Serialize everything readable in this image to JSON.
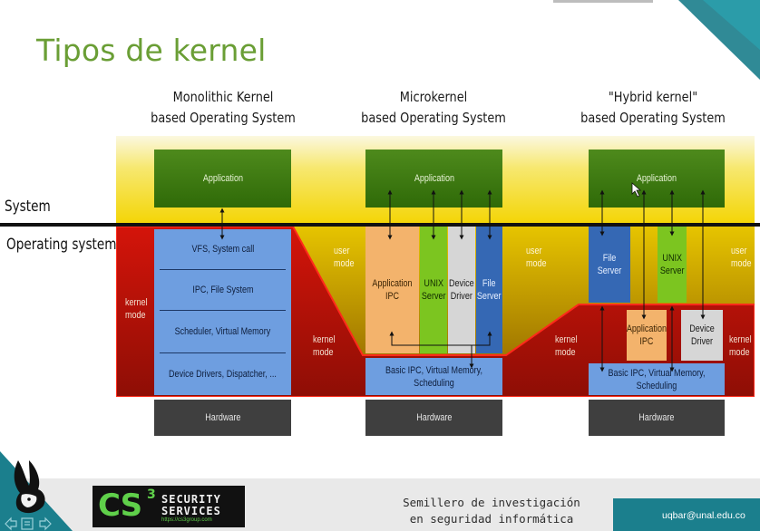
{
  "slide": {
    "title": "Tipos de kernel"
  },
  "columns": [
    {
      "title_line1": "Monolithic Kernel",
      "title_line2": "based Operating System"
    },
    {
      "title_line1": "Microkernel",
      "title_line2": "based Operating System"
    },
    {
      "title_line1": "\"Hybrid kernel\"",
      "title_line2": "based Operating System"
    }
  ],
  "side_labels": {
    "system": "System",
    "operating_system": "Operating system"
  },
  "monolithic": {
    "application": "Application",
    "layers": [
      "VFS, System call",
      "IPC, File System",
      "Scheduler, Virtual Memory",
      "Device Drivers, Dispatcher, ..."
    ],
    "hardware": "Hardware",
    "kernel_mode_left": "kernel mode",
    "kernel_mode_right": "kernel mode",
    "user_mode": "user mode"
  },
  "microkernel": {
    "application": "Application",
    "servers": [
      "Application IPC",
      "UNIX Server",
      "Device Driver",
      "File Server"
    ],
    "core": "Basic IPC, Virtual Memory, Scheduling",
    "hardware": "Hardware",
    "user_mode_right": "user mode",
    "kernel_mode_right": "kernel mode"
  },
  "hybrid": {
    "application": "Application",
    "user_servers": [
      "File Server",
      "UNIX Server"
    ],
    "kernel_servers": [
      "Application IPC",
      "Device Driver"
    ],
    "core": "Basic IPC, Virtual Memory, Scheduling",
    "hardware": "Hardware",
    "user_mode_right": "user mode",
    "kernel_mode_right": "kernel mode"
  },
  "footer": {
    "logo_main": "CS",
    "logo_sup": "3",
    "logo_line1": "SECURITY",
    "logo_line2": "SERVICES",
    "logo_url": "https://cs3group.com",
    "tagline_line1": "Semillero de investigación",
    "tagline_line2": "en seguridad informática",
    "email": "uqbar@unal.edu.co"
  },
  "colors": {
    "title_green": "#6a9e35",
    "kernel_red": "#b01608",
    "user_yellow": "#f3d400",
    "app_green": "#3e7a12",
    "layer_blue": "#6e9ee0",
    "hardware_grey": "#3f3f3f",
    "footer_teal": "#1b7f8d"
  }
}
